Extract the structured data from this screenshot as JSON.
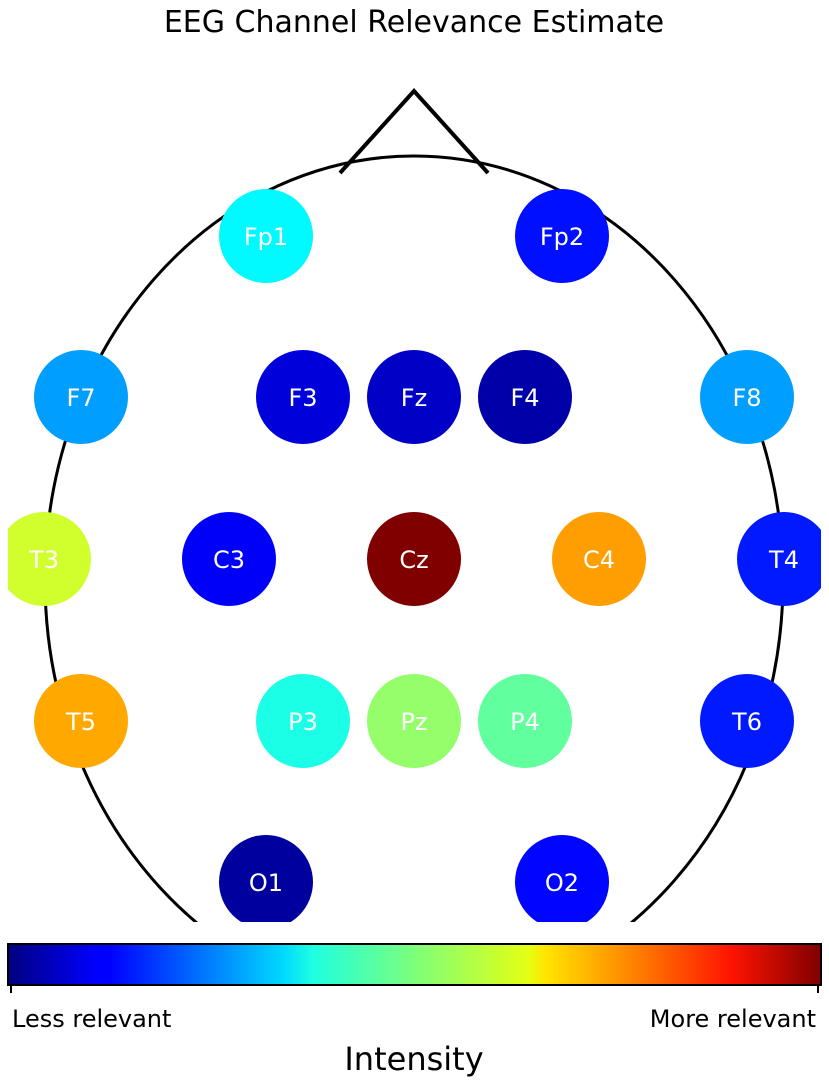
{
  "title": "EEG Channel Relevance Estimate",
  "electrodes": [
    {
      "label": "Fp1",
      "intensity": 0.37
    },
    {
      "label": "Fp2",
      "intensity": 0.14
    },
    {
      "label": "F7",
      "intensity": 0.28
    },
    {
      "label": "F3",
      "intensity": 0.09
    },
    {
      "label": "Fz",
      "intensity": 0.07
    },
    {
      "label": "F4",
      "intensity": 0.04
    },
    {
      "label": "F8",
      "intensity": 0.28
    },
    {
      "label": "T3",
      "intensity": 0.58
    },
    {
      "label": "C3",
      "intensity": 0.12
    },
    {
      "label": "Cz",
      "intensity": 1.0
    },
    {
      "label": "C4",
      "intensity": 0.72
    },
    {
      "label": "T4",
      "intensity": 0.15
    },
    {
      "label": "T5",
      "intensity": 0.71
    },
    {
      "label": "P3",
      "intensity": 0.4
    },
    {
      "label": "Pz",
      "intensity": 0.52
    },
    {
      "label": "P4",
      "intensity": 0.47
    },
    {
      "label": "T6",
      "intensity": 0.15
    },
    {
      "label": "O1",
      "intensity": 0.03
    },
    {
      "label": "O2",
      "intensity": 0.13
    }
  ],
  "colorbar": {
    "title": "Intensity",
    "min_label": "Less relevant",
    "max_label": "More relevant",
    "colormap": "jet"
  },
  "colors": {
    "outline": "#000000",
    "label_text": "#ffffff"
  }
}
